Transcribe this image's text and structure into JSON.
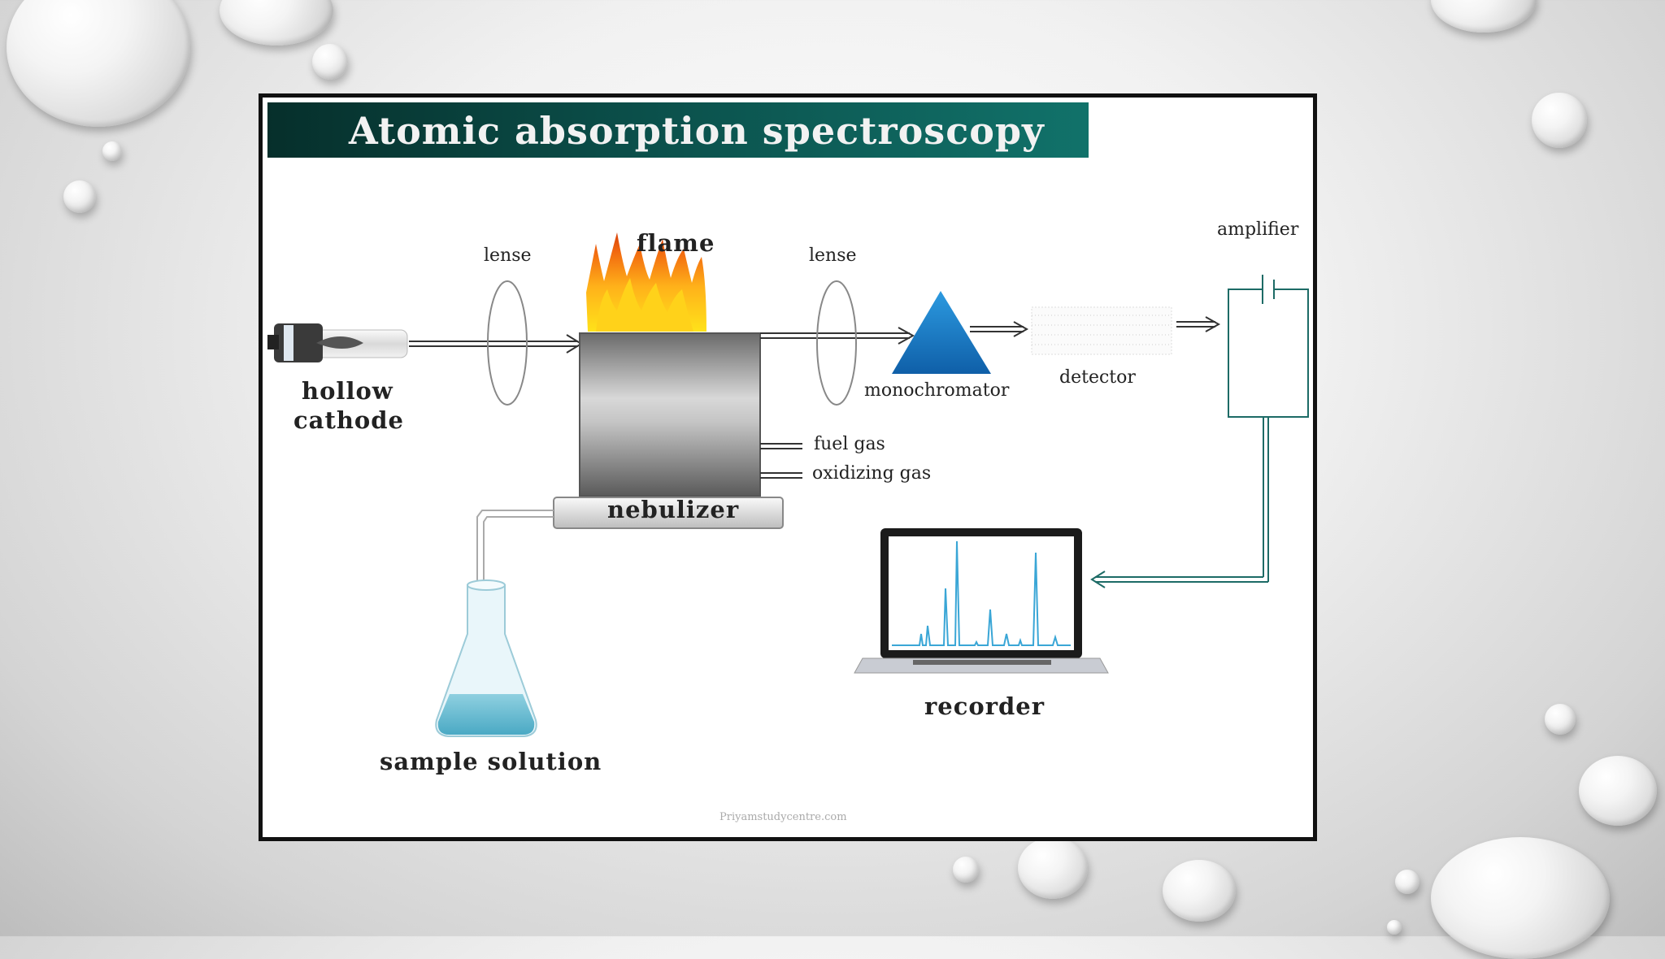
{
  "slide": {
    "title": "Atomic absorption spectroscopy",
    "components": {
      "flame": "flame",
      "lense_left": "lense",
      "lense_right": "lense",
      "hollow_cathode_line1": "hollow",
      "hollow_cathode_line2": "cathode",
      "monochromator": "monochromator",
      "detector": "detector",
      "amplifier": "amplifier",
      "fuel_gas": "fuel gas",
      "oxidizing_gas": "oxidizing gas",
      "nebulizer": "nebulizer",
      "recorder": "recorder",
      "sample_solution": "sample solution"
    },
    "watermark": "Priyamstudycentre.com"
  },
  "colors": {
    "title_bar": "#0b4f4a",
    "prism": "#1a7fc8",
    "plot_line": "#3aa6d6",
    "amplifier_line": "#1d6b66"
  }
}
